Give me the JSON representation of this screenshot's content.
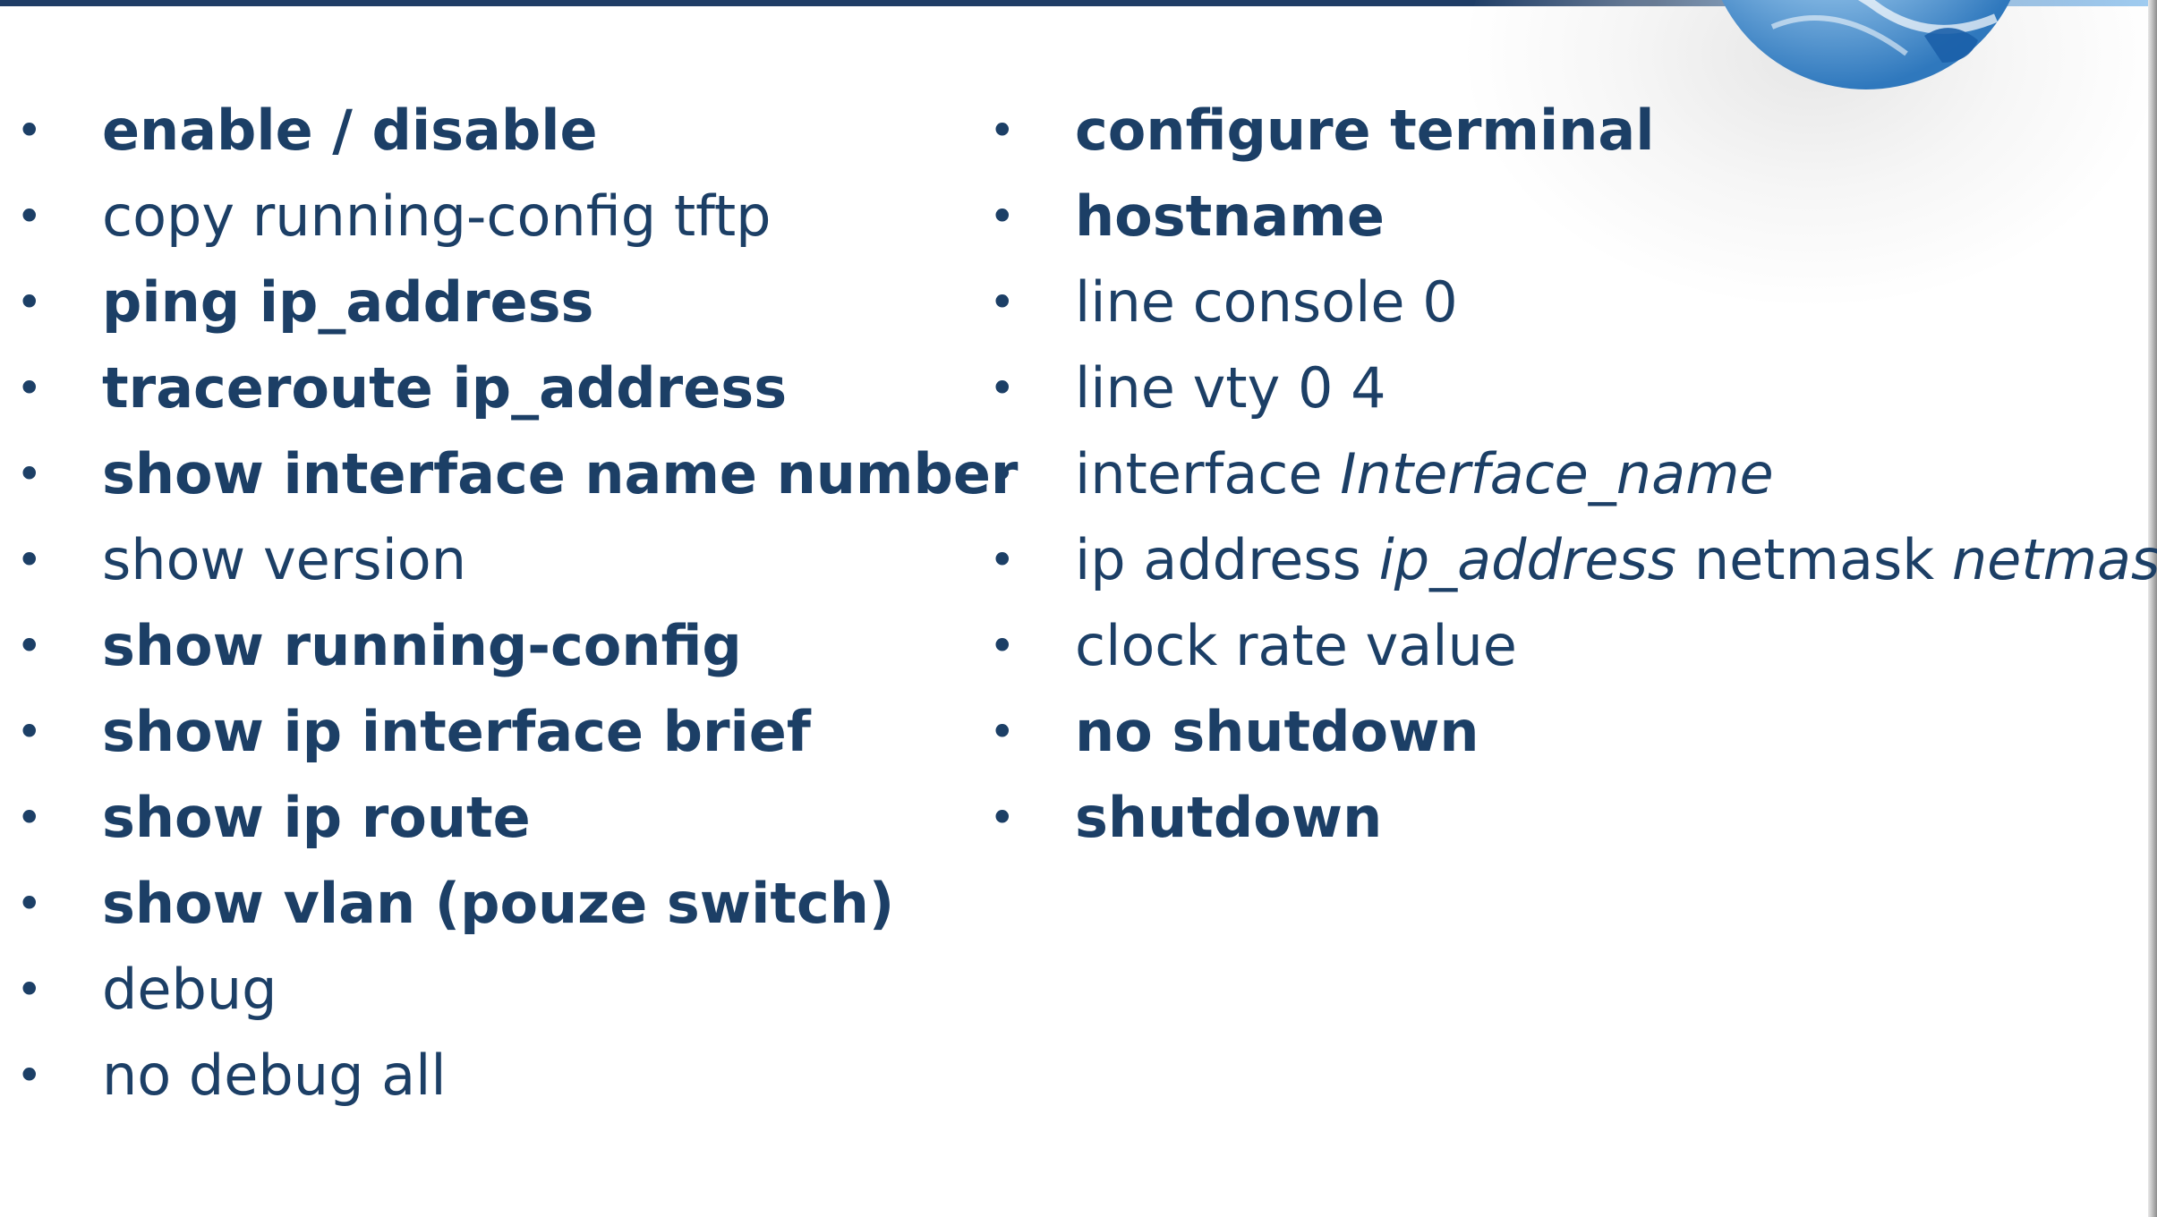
{
  "slide": {
    "bullet": "•",
    "left_column": [
      {
        "text": "enable / disable",
        "bold": true
      },
      {
        "text": "copy running-config tftp",
        "bold": false
      },
      {
        "text": "ping ip_address",
        "bold": true
      },
      {
        "text": "traceroute ip_address",
        "bold": true
      },
      {
        "text": "show interface name number",
        "bold": true
      },
      {
        "text": "show version",
        "bold": false
      },
      {
        "text": "show running-config",
        "bold": true
      },
      {
        "text": "show ip interface brief",
        "bold": true
      },
      {
        "text": "show ip route",
        "bold": true
      },
      {
        "text": "show vlan (pouze switch)",
        "bold": true
      },
      {
        "text": "debug",
        "bold": false
      },
      {
        "text": "no debug all",
        "bold": false
      }
    ],
    "right_column": [
      {
        "text": "configure terminal",
        "bold": true
      },
      {
        "text": "hostname",
        "bold": true
      },
      {
        "text": "line console 0",
        "bold": false
      },
      {
        "text": "line vty 0 4",
        "bold": false
      },
      {
        "prefix": "interface ",
        "arg": "Interface_name",
        "bold": false
      },
      {
        "prefix": "ip address ",
        "arg": "ip_address",
        "middle": " netmask ",
        "arg2": "netmask",
        "bold": false
      },
      {
        "text": "clock rate value",
        "bold": false
      },
      {
        "text": "no shutdown",
        "bold": true
      },
      {
        "text": "shutdown",
        "bold": true
      }
    ]
  },
  "decor": {
    "top_bar_color": "#1f3d66",
    "text_color": "#1c3f66",
    "globe": "globe-icon"
  }
}
